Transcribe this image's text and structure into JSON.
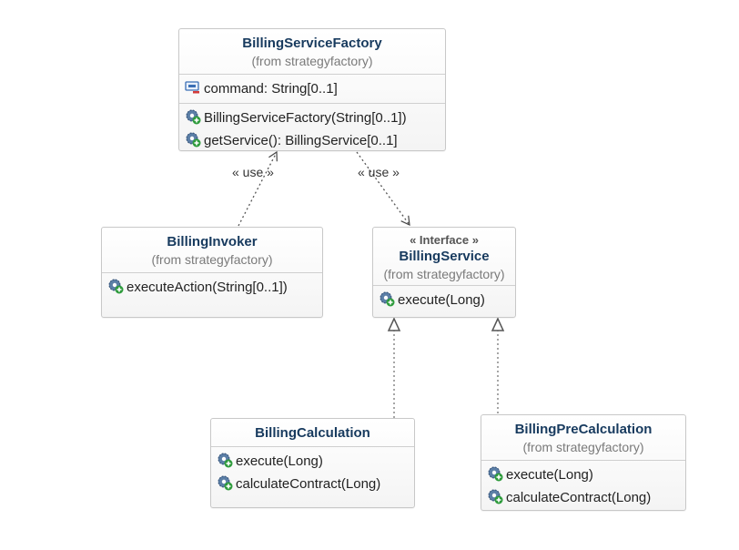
{
  "diagram": {
    "uses": [
      "« use »",
      "« use »"
    ],
    "classes": {
      "factory": {
        "name": "BillingServiceFactory",
        "package": "(from strategyfactory)",
        "attributes": [
          {
            "icon": "private-attribute-icon",
            "text": "command: String[0..1]"
          }
        ],
        "operations": [
          {
            "icon": "public-operation-icon",
            "text": "BillingServiceFactory(String[0..1])"
          },
          {
            "icon": "public-operation-icon",
            "text": "getService(): BillingService[0..1]"
          }
        ]
      },
      "invoker": {
        "name": "BillingInvoker",
        "package": "(from strategyfactory)",
        "operations": [
          {
            "icon": "public-operation-icon",
            "text": "executeAction(String[0..1])"
          }
        ]
      },
      "service": {
        "stereotype": "« Interface »",
        "name": "BillingService",
        "package": "(from strategyfactory)",
        "operations": [
          {
            "icon": "public-operation-icon",
            "text": "execute(Long)"
          }
        ]
      },
      "calculation": {
        "name": "BillingCalculation",
        "operations": [
          {
            "icon": "public-operation-icon",
            "text": "execute(Long)"
          },
          {
            "icon": "public-operation-icon",
            "text": "calculateContract(Long)"
          }
        ]
      },
      "precalculation": {
        "name": "BillingPreCalculation",
        "package": "(from strategyfactory)",
        "operations": [
          {
            "icon": "public-operation-icon",
            "text": "execute(Long)"
          },
          {
            "icon": "public-operation-icon",
            "text": "calculateContract(Long)"
          }
        ]
      }
    },
    "colors": {
      "class_name": "#173a5e",
      "package_text": "#7a7a7a",
      "operation_gear": "#5b7ea6",
      "operation_plus": "#2e9b3c",
      "attribute_icon": "#3b6fb5",
      "private_marker": "#d23a3a"
    }
  }
}
